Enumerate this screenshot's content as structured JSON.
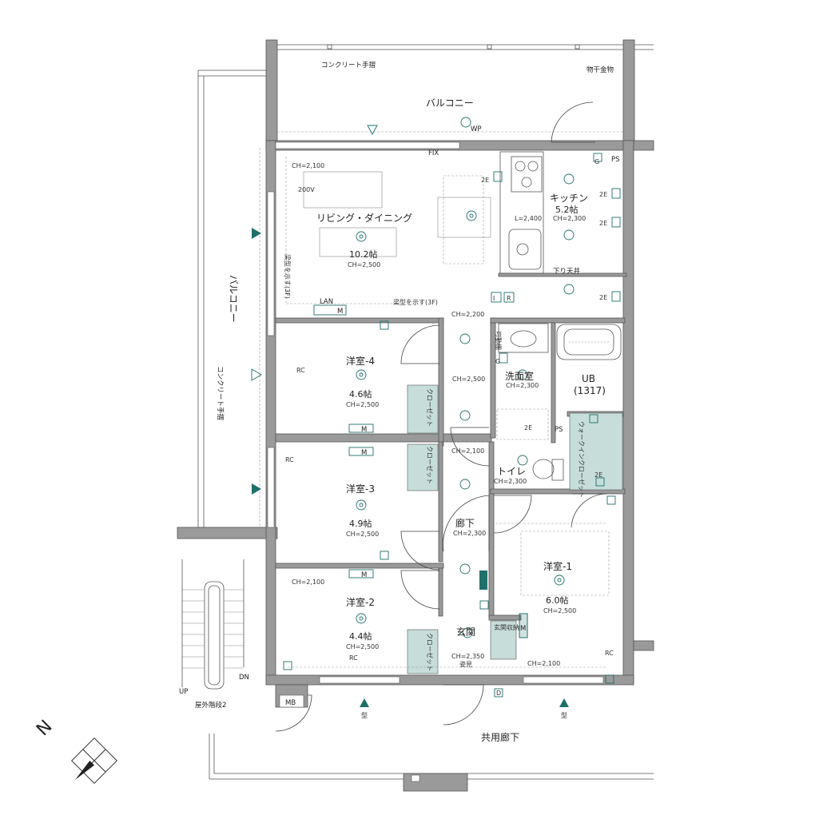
{
  "labels": {
    "balcony_top": "バルコニー",
    "balcony_left": "バルコニー",
    "railing_top": "コンクリート手摺",
    "railing_left": "コンクリート手摺",
    "drying_rack": "物干金物",
    "fix": "FIX",
    "wp": "WP",
    "ps_top": "PS",
    "ps_mid": "PS",
    "living_name": "リビング・ダイニング",
    "living_area": "10.2帖",
    "living_ch": "CH=2,500",
    "living_ch_top": "CH=2,100",
    "kitchen_name": "キッチン",
    "kitchen_area": "5.2帖",
    "kitchen_ch": "CH=2,300",
    "kitchen_l": "L=2,400",
    "lowered_ceiling": "下り天井",
    "beam_note": "梁型を示す(3F)",
    "beam_note_vertical": "梁型を示す(3F)",
    "lan": "LAN",
    "m": "M",
    "ch_2200": "CH=2,200",
    "movable_shelf": "可動棚",
    "washroom_name": "洗面室",
    "washroom_ch": "CH=2,300",
    "hall_ch_2500": "CH=2,500",
    "ub": "UB",
    "ub_size": "(1317)",
    "room4_name": "洋室-4",
    "room4_area": "4.6帖",
    "room4_ch": "CH=2,500",
    "room3_name": "洋室-3",
    "room3_area": "4.9帖",
    "room3_ch": "CH=2,500",
    "room2_name": "洋室-2",
    "room2_area": "4.4帖",
    "room2_ch": "CH=2,500",
    "room2_ch_top": "CH=2,100",
    "room1_name": "洋室-1",
    "room1_area": "6.0帖",
    "room1_ch": "CH=2,500",
    "closet": "クローゼット",
    "walkin_closet": "ウォークインクローゼット",
    "toilet_name": "トイレ",
    "toilet_ch": "CH=2,300",
    "hall_name": "廊下",
    "hall_ch": "CH=2,300",
    "hall_ch_2100": "CH=2,100",
    "entrance_name": "玄関",
    "entrance_ch": "CH=2,350",
    "mirror": "姿見",
    "entrance_storage": "玄関収納",
    "entrance_ch_2100": "CH=2,100",
    "mb": "MB",
    "shared_corridor": "共用廊下",
    "outdoor_stair": "屋外階段2",
    "up": "UP",
    "dn": "DN",
    "north": "N",
    "v200": "200V",
    "rc": "RC",
    "e2": "2E",
    "g": "G",
    "d": "D",
    "type_mark": "型",
    "i": "I",
    "r": "R"
  },
  "colors": {
    "wall": "#9a9a9a",
    "accent": "#1f6f6a",
    "closet_fill": "#c6ddd9"
  }
}
